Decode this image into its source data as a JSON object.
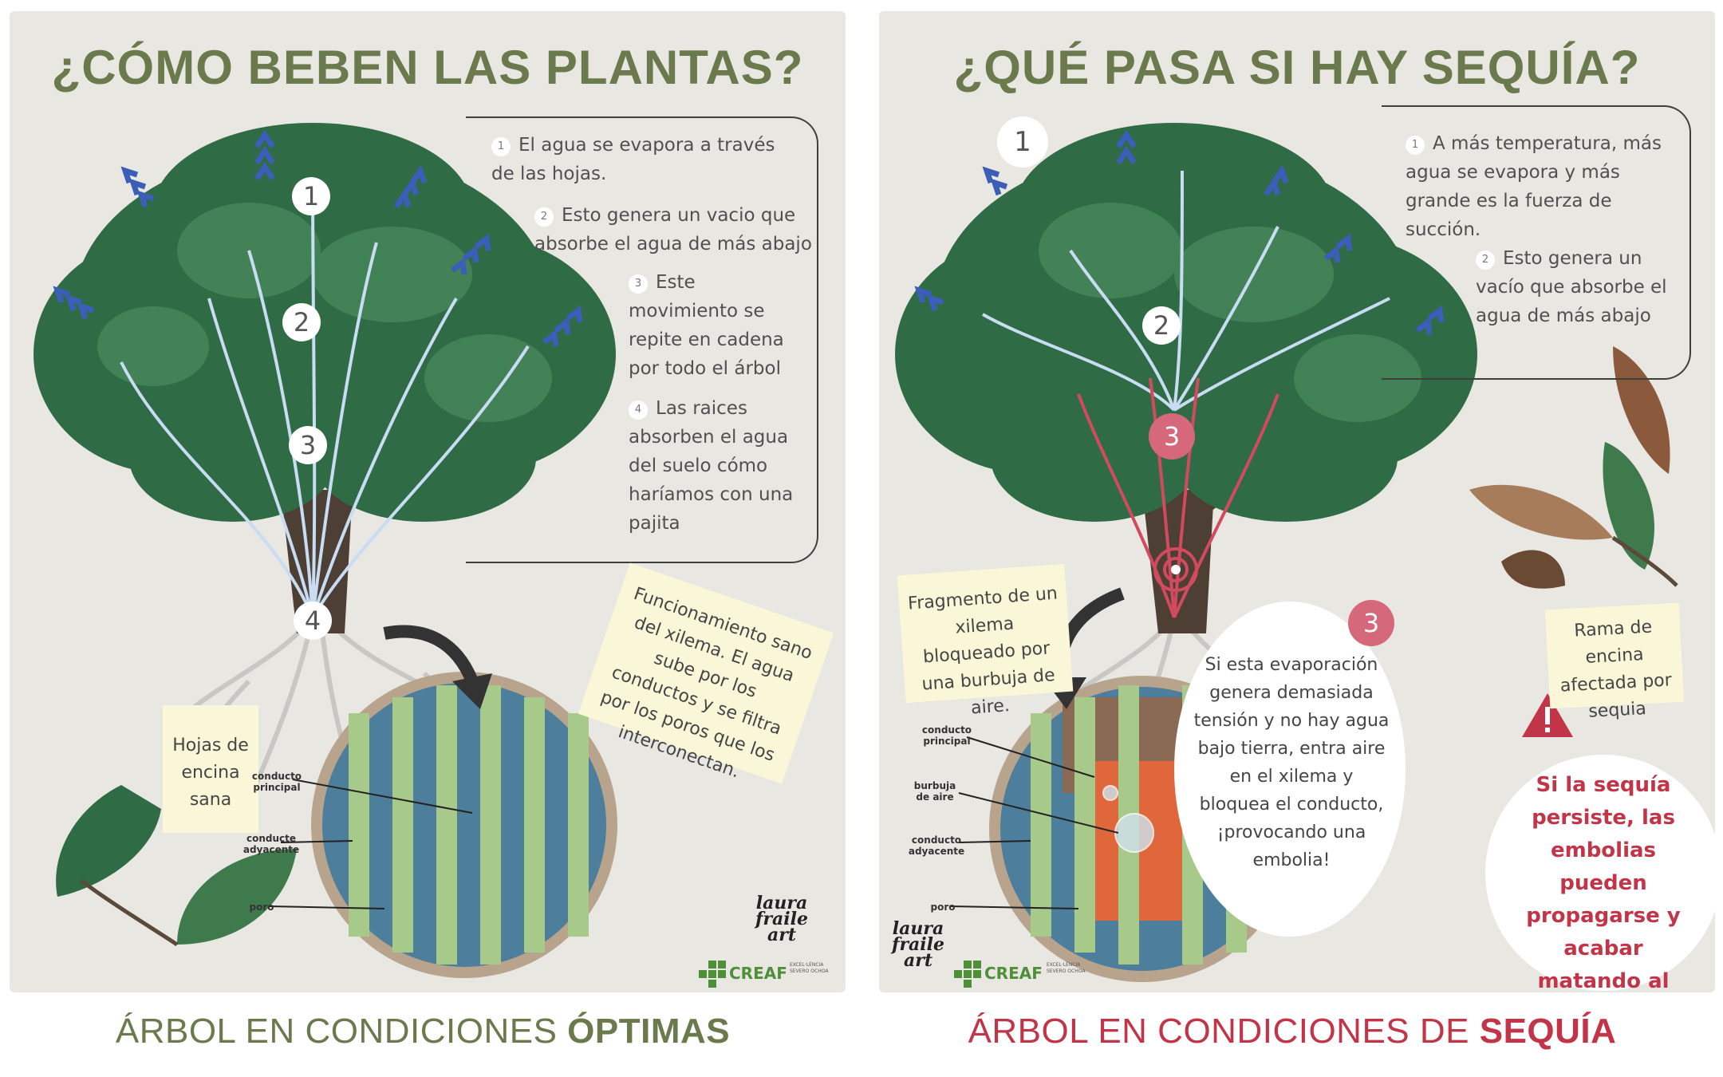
{
  "left": {
    "title": "¿CÓMO BEBEN LAS PLANTAS?",
    "markers": [
      "1",
      "2",
      "3",
      "4"
    ],
    "steps": [
      {
        "num": "1",
        "text": "El agua se evapora a través de las hojas."
      },
      {
        "num": "2",
        "text": "Esto genera un vacio que absorbe el agua de más abajo"
      },
      {
        "num": "3",
        "text": "Este movimiento se repite en cadena por todo el árbol"
      },
      {
        "num": "4",
        "text": "Las raices absorben el agua del suelo cómo haríamos con una pajita"
      }
    ],
    "note_xylem": "Funcionamiento sano del xilema. El agua sube por los conductos y se filtra por los poros que los interconectan.",
    "note_leaves": "Hojas de encina sana",
    "diagram_labels": {
      "main": "conducto principal",
      "adjacent": "conducte adyacente",
      "pore": "poro"
    },
    "caption_prefix": "ÁRBOL EN CONDICIONES ",
    "caption_emph": "ÓPTIMAS"
  },
  "right": {
    "title": "¿QUÉ PASA SI HAY SEQUÍA?",
    "markers": [
      "1",
      "2",
      "3"
    ],
    "steps": [
      {
        "num": "1",
        "text": "A más temperatura, más agua se evapora y más grande es la fuerza de succión."
      },
      {
        "num": "2",
        "text": "Esto genera un vacío que absorbe el agua de más abajo"
      }
    ],
    "note_xylem": "Fragmento de un xilema bloqueado por una burbuja de aire.",
    "note_branch": "Rama de encina afectada por sequia",
    "diagram_labels": {
      "main": "conducto principal",
      "bubble": "burbuja de aire",
      "adjacent": "conducto adyacente",
      "pore": "poro"
    },
    "bubble_num": "3",
    "bubble_text": "Si esta evaporación genera demasiada tensión y no hay agua bajo tierra, entra aire en el xilema y bloquea el conducto, ¡provocando una embolia!",
    "warning": "Si la sequía persiste, las embolias pueden propagarse y acabar matando al árbol.",
    "caption_prefix": "ÁRBOL EN CONDICIONES DE ",
    "caption_emph": "SEQUÍA"
  },
  "credits": {
    "signature": "laura fraile art",
    "org": "CREAF",
    "org2": "EXCEL·LÈNCIA SEVERO OCHOA"
  },
  "colors": {
    "olive": "#6b7a4d",
    "red": "#c23448",
    "foliage": "#2f6b45",
    "water": "#4d7f9c",
    "xylem": "#a7c98a"
  }
}
